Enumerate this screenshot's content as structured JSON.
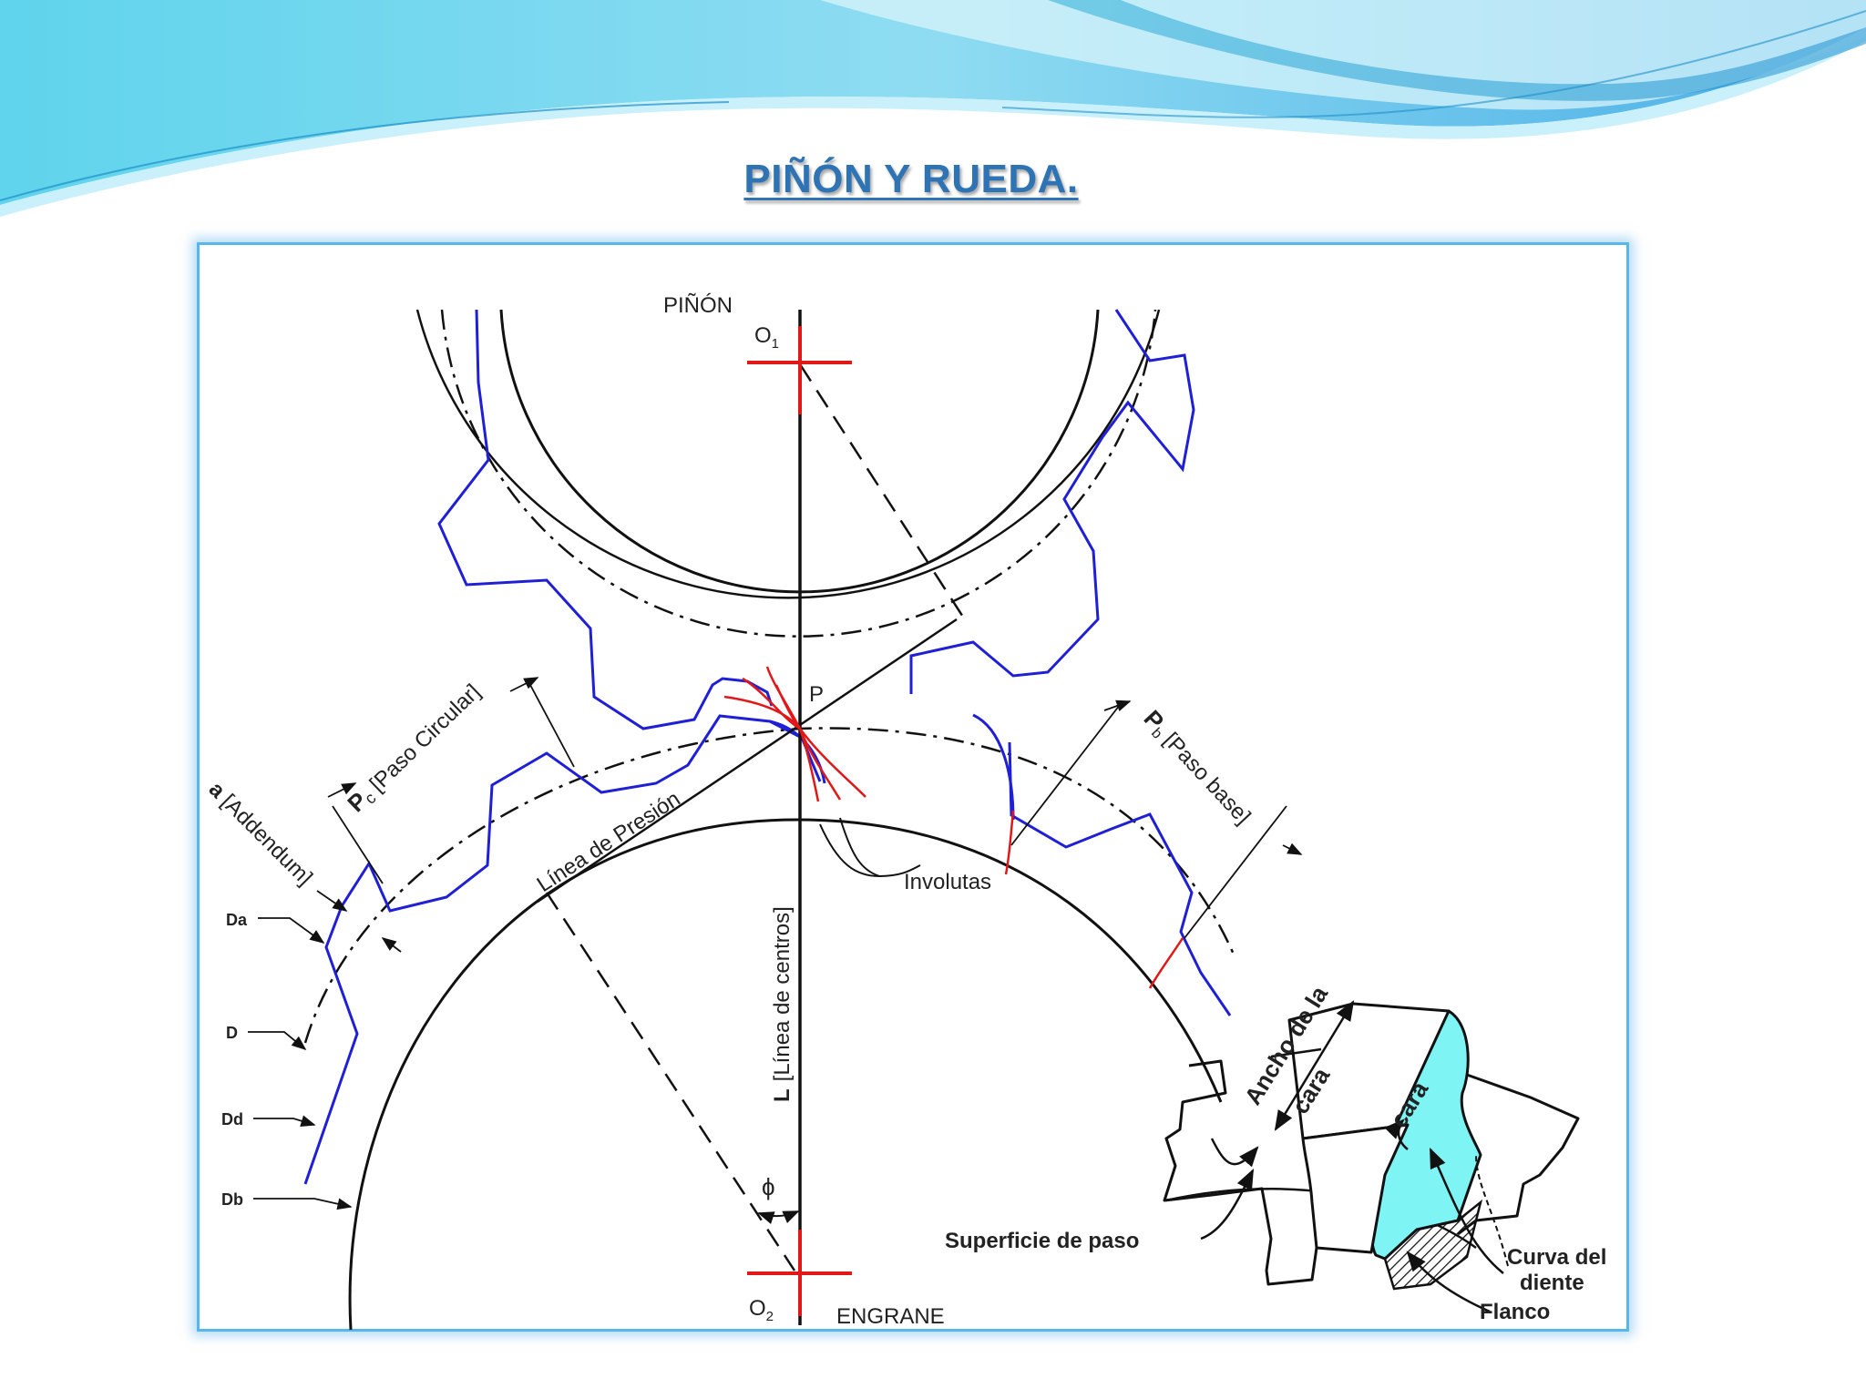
{
  "title": "PIÑÓN Y RUEDA.",
  "colors": {
    "accent": "#2e74b5",
    "frame": "#57b7ec",
    "gear_profile": "#1f1fd6",
    "involute": "#e01818",
    "face": "#7ff4f4"
  },
  "labels": {
    "pinion": "PIÑÓN",
    "gear": "ENGRANE",
    "o1": "O",
    "o1_sub": "1",
    "o2": "O",
    "o2_sub": "2",
    "pitch_point": "P",
    "pressure_line": "Línea de Presión",
    "center_line_L": "L",
    "center_line_text": "[Línea de centros]",
    "phi": "ϕ",
    "involutes": "Involutas",
    "circular_pitch_sym": "P",
    "circular_pitch_sub": "c",
    "circular_pitch_text": "[Paso Circular]",
    "base_pitch_sym": "P",
    "base_pitch_sub": "b",
    "base_pitch_text": "[Paso base]",
    "addendum_sym": "a",
    "addendum_text": "[Addendum]",
    "da": "Da",
    "d": "D",
    "dd": "Dd",
    "db": "Db",
    "pitch_surface": "Superficie de paso",
    "face_width_1": "Ancho de la",
    "face_width_2": "cara",
    "face": "cara",
    "tooth_curve_1": "Curva del",
    "tooth_curve_2": "diente",
    "flank": "Flanco"
  }
}
